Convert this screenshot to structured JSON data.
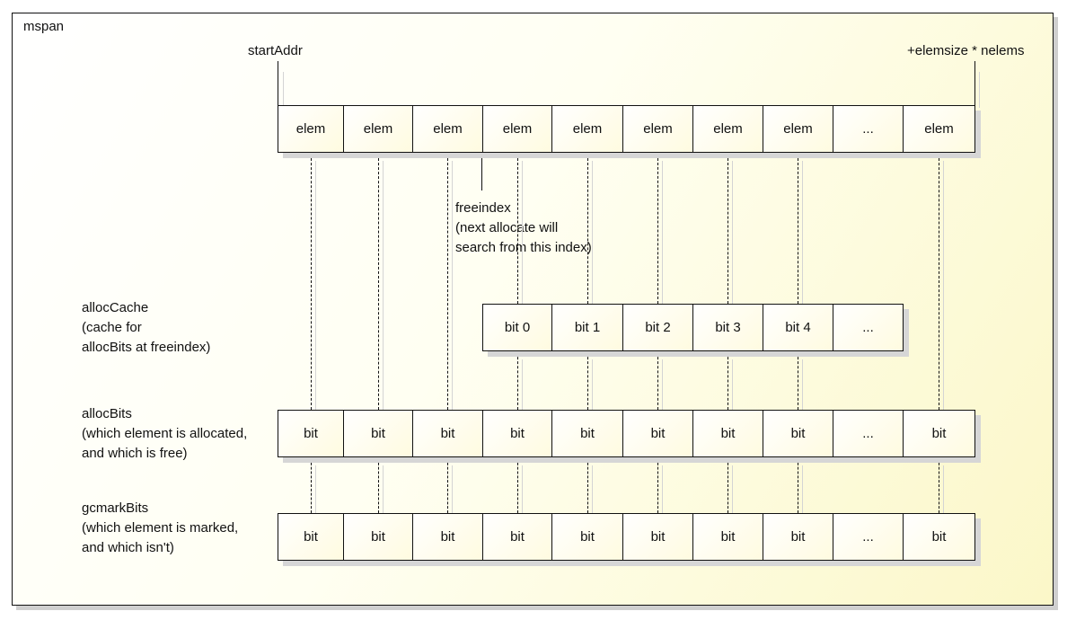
{
  "frame_label": "mspan",
  "start_label": "startAddr",
  "end_label": "+elemsize * nelems",
  "elems": [
    "elem",
    "elem",
    "elem",
    "elem",
    "elem",
    "elem",
    "elem",
    "elem",
    "...",
    "elem"
  ],
  "freeindex": {
    "title": "freeindex",
    "line1": "(next allocate will",
    "line2": "search from this index)"
  },
  "alloc_cache": {
    "title": "allocCache",
    "line1": "(cache for",
    "line2": "allocBits at freeindex)",
    "bits": [
      "bit 0",
      "bit 1",
      "bit 2",
      "bit 3",
      "bit 4",
      "..."
    ]
  },
  "alloc_bits": {
    "title": "allocBits",
    "line1": "(which element is allocated,",
    "line2": "and which is free)",
    "bits": [
      "bit",
      "bit",
      "bit",
      "bit",
      "bit",
      "bit",
      "bit",
      "bit",
      "...",
      "bit"
    ]
  },
  "gcmark_bits": {
    "title": "gcmarkBits",
    "line1": "(which element is marked,",
    "line2": "and which isn't)",
    "bits": [
      "bit",
      "bit",
      "bit",
      "bit",
      "bit",
      "bit",
      "bit",
      "bit",
      "...",
      "bit"
    ]
  }
}
